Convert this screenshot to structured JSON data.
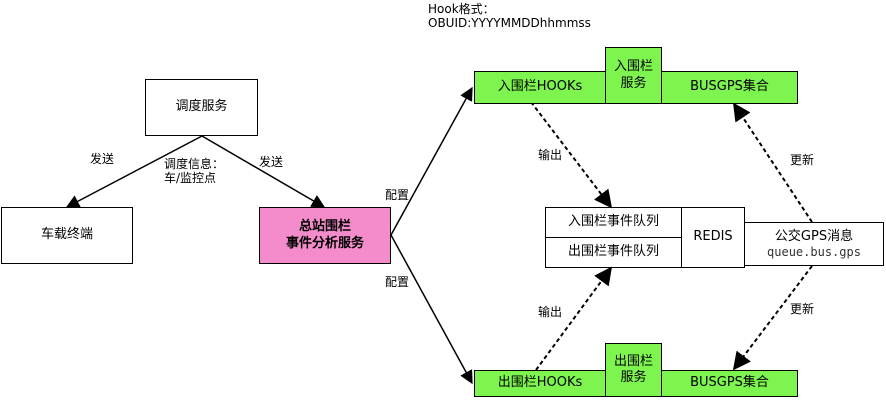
{
  "hook_note": {
    "line1": "Hook格式：",
    "line2": "OBUID:YYYYMMDDhhmmss"
  },
  "nodes": {
    "dispatch": "调度服务",
    "vehicle": "车载终端",
    "station": "总站围栏\n事件分析服务",
    "in_hooks": "入围栏HOOKs",
    "in_service": "入围栏\n服务",
    "in_busgps": "BUSGPS集合",
    "out_hooks": "出围栏HOOKs",
    "out_service": "出围栏\n服务",
    "out_busgps": "BUSGPS集合",
    "in_queue": "入围栏事件队列",
    "out_queue": "出围栏事件队列",
    "redis": "REDIS",
    "gps_msg_title": "公交GPS消息",
    "gps_msg_queue": "queue.bus.gps"
  },
  "edge_labels": {
    "send_left": "发送",
    "send_right": "发送",
    "dispatch_info": "调度信息：\n车/监控点",
    "config_top": "配置",
    "config_bottom": "配置",
    "output_top": "输出",
    "output_bottom": "输出",
    "update_top": "更新",
    "update_bottom": "更新"
  },
  "colors": {
    "green": "#7ef44f",
    "pink": "#f48ccb"
  }
}
